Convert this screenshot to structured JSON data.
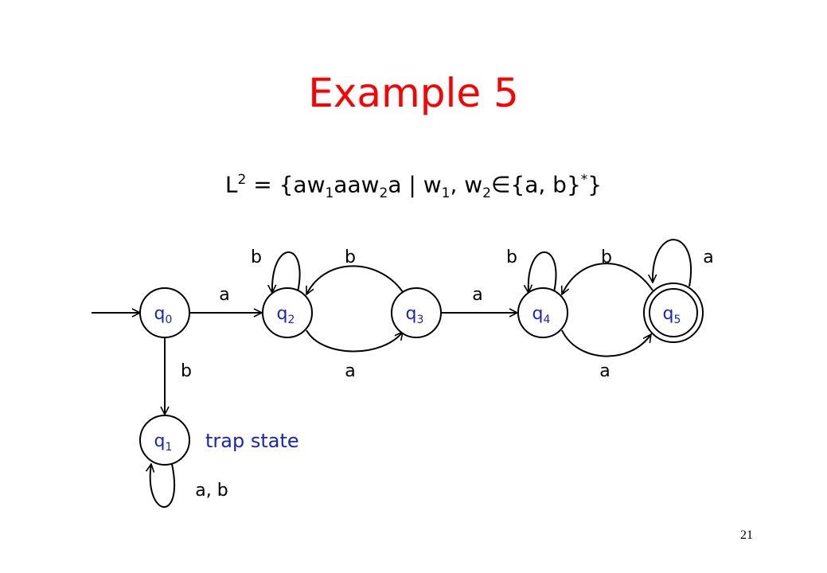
{
  "slide": {
    "title": "Example 5",
    "formula": {
      "lhs": "L",
      "lhs_sup": "2",
      "eq": " = {aw",
      "w1_sub": "1",
      "mid": "aaw",
      "w2_sub": "2",
      "tail": "a | w",
      "w1b_sub": "1",
      "comma": ", w",
      "w2b_sub": "2",
      "in_set": "∈{a, b}",
      "star": "*",
      "close": "}"
    },
    "page_number": "21"
  },
  "automaton": {
    "states": [
      {
        "base": "q",
        "sub": "0",
        "accepting": false
      },
      {
        "base": "q",
        "sub": "1",
        "accepting": false
      },
      {
        "base": "q",
        "sub": "2",
        "accepting": false
      },
      {
        "base": "q",
        "sub": "3",
        "accepting": false
      },
      {
        "base": "q",
        "sub": "4",
        "accepting": false
      },
      {
        "base": "q",
        "sub": "5",
        "accepting": true
      }
    ],
    "transitions": {
      "q0_q2": "a",
      "q0_q1": "b",
      "q2_loop": "b",
      "q2_q3": "a",
      "q3_q2": "b",
      "q3_q4": "a",
      "q4_loop": "b",
      "q4_q5": "a",
      "q5_q4": "b",
      "q5_loop": "a",
      "q1_loop": "a, b"
    },
    "trap_note": "trap state"
  },
  "colors": {
    "title": "#ff0000",
    "state_label": "#1a22cc"
  }
}
